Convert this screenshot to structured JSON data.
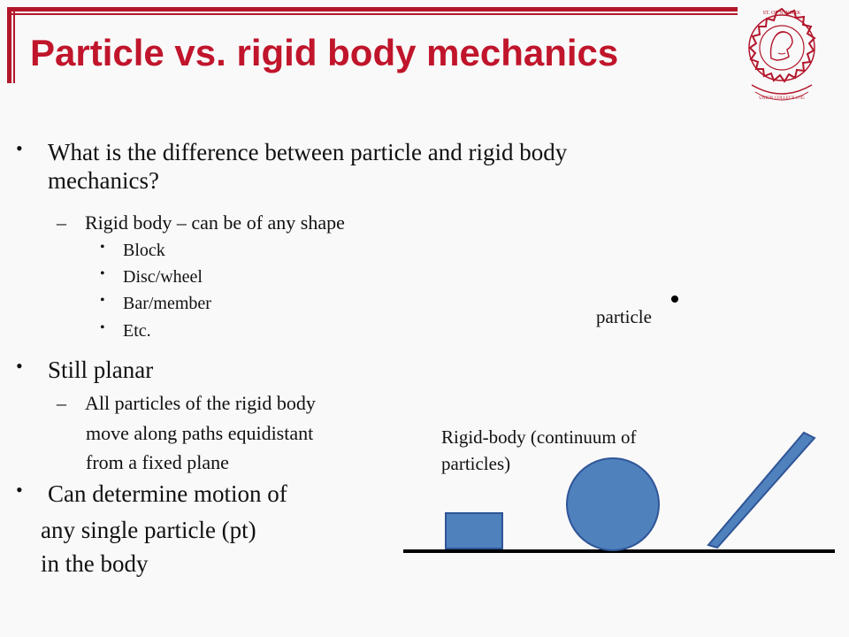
{
  "title": "Particle vs. rigid body mechanics",
  "logo": {
    "seal_text": "SIGILLUM COLLEGII UNIONIS · SOUS LES LOIS DE MINERVE NOUS DEVENONS TOUS FRERES · UNION COLLEGE 1795",
    "ny_text": "ST. OF N. YORK"
  },
  "bullets": [
    {
      "line1": "What is the difference between particle and rigid body",
      "line2": "mechanics?"
    }
  ],
  "rigid_body_item": "Rigid body – can be of any shape",
  "shapes": [
    "Block",
    "Disc/wheel",
    "Bar/member",
    "Etc."
  ],
  "still_planar": "Still planar",
  "planar_detail": [
    "All particles of the rigid body",
    "move along paths equidistant",
    "from a fixed plane"
  ],
  "motion": [
    "Can determine motion of",
    "any single particle (pt)",
    "in the body"
  ],
  "diagram": {
    "particle_label": "particle",
    "rigid_label_1": "Rigid-body (continuum of",
    "rigid_label_2": "particles)",
    "shape_fill": "#4f81bd",
    "shape_stroke": "#2f5597"
  },
  "colors": {
    "accent": "#c0152b"
  }
}
